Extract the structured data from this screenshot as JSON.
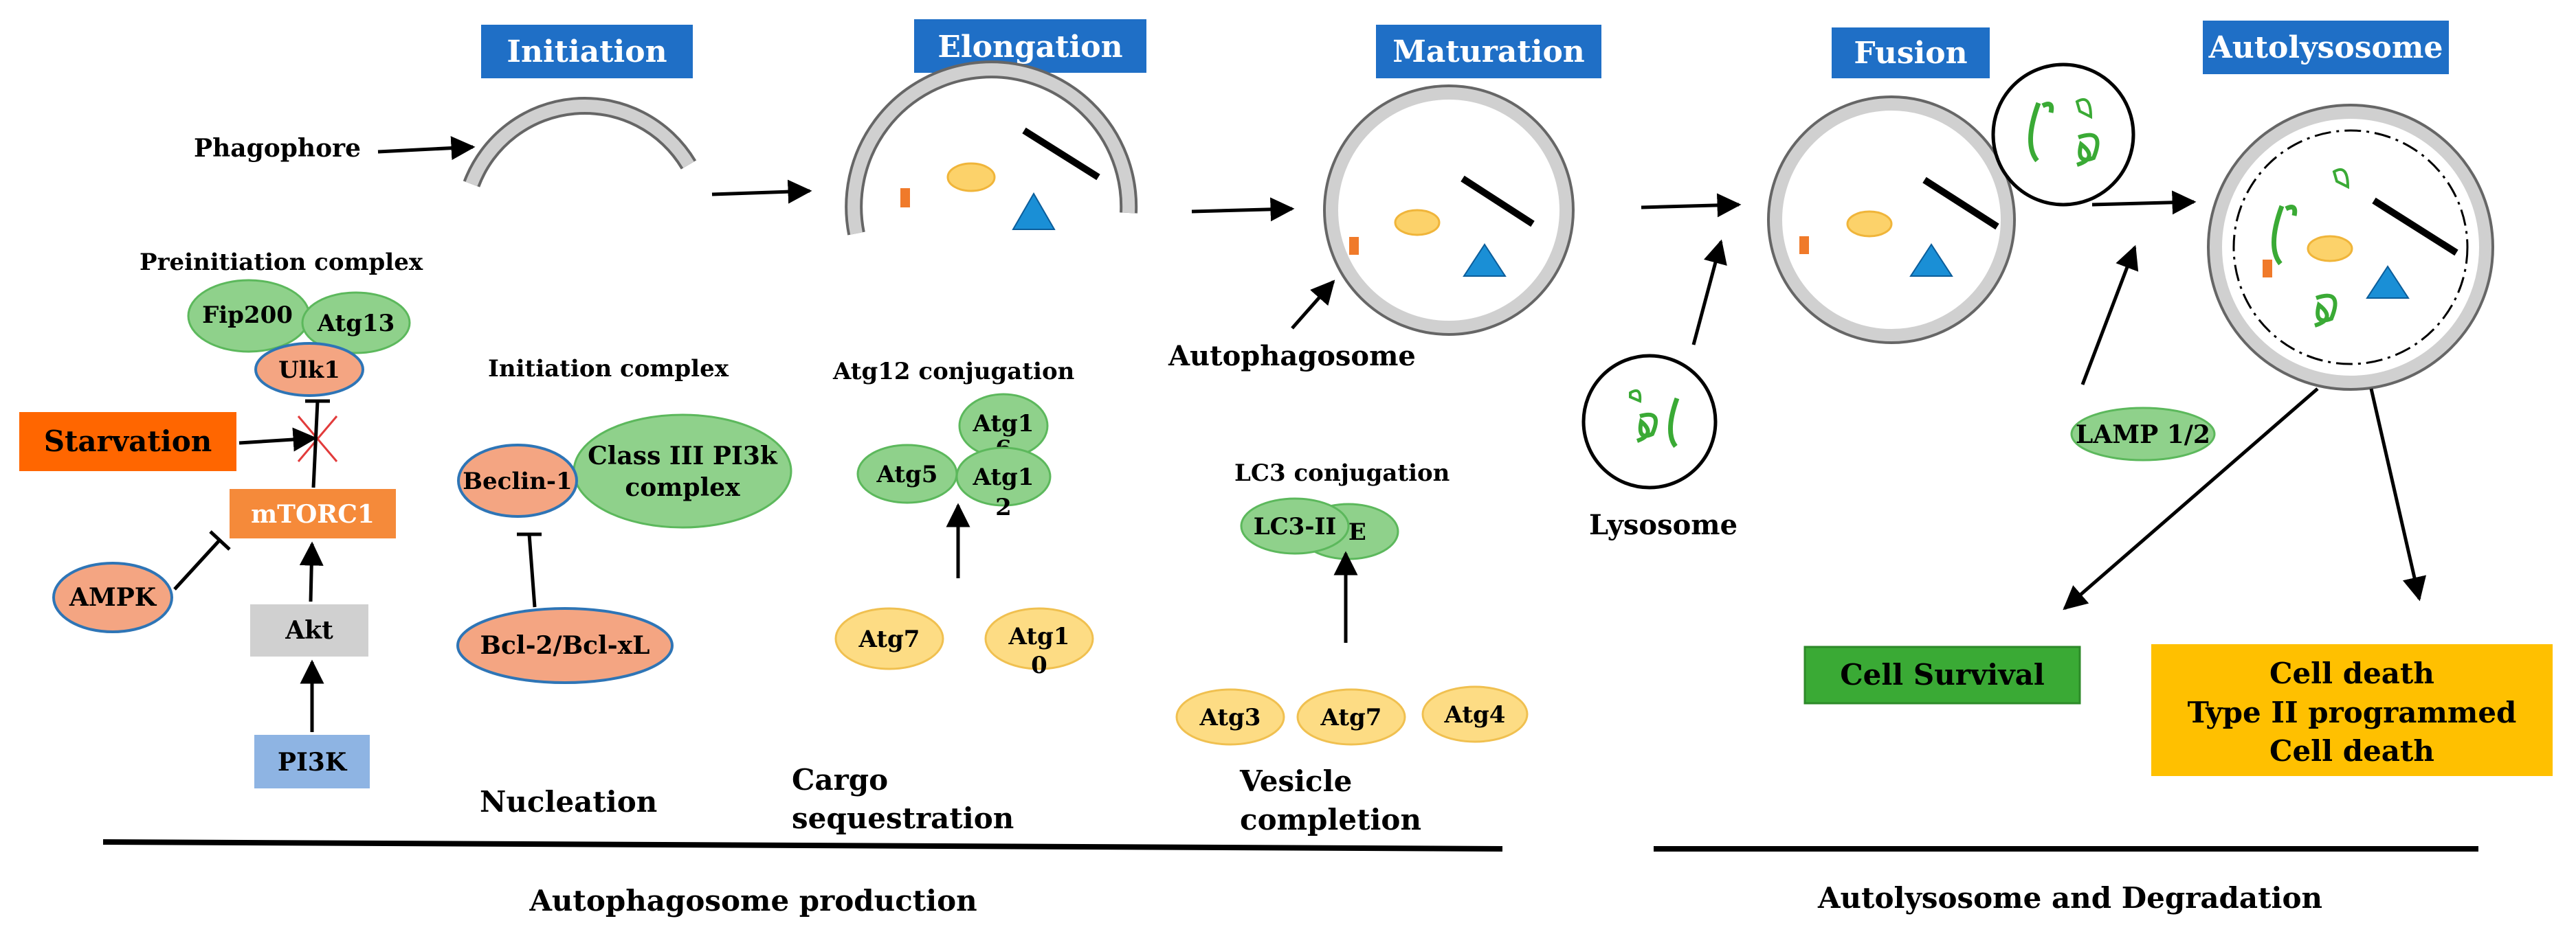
{
  "stages": {
    "initiation": "Initiation",
    "elongation": "Elongation",
    "maturation": "Maturation",
    "fusion": "Fusion",
    "autolysosome": "Autolysosome"
  },
  "labels": {
    "phagophore": "Phagophore",
    "preinitiation_complex": "Preinitiation complex",
    "initiation_complex": "Initiation complex",
    "atg12_conjugation": "Atg12 conjugation",
    "lc3_conjugation": "LC3 conjugation",
    "autophagosome": "Autophagosome",
    "lysosome": "Lysosome",
    "nucleation": "Nucleation",
    "cargo_line1": "Cargo",
    "cargo_line2": "sequestration",
    "vesicle_line1": "Vesicle",
    "vesicle_line2": "completion",
    "autophagosome_production": "Autophagosome production",
    "autolysosome_degradation": "Autolysosome and Degradation"
  },
  "nodes": {
    "fip200": "Fip200",
    "atg13": "Atg13",
    "ulk1": "Ulk1",
    "starvation": "Starvation",
    "mtorc1": "mTORC1",
    "ampk": "AMPK",
    "akt": "Akt",
    "pi3k": "PI3K",
    "beclin1": "Beclin-1",
    "class3_line1": "Class III PI3k",
    "class3_line2": "complex",
    "bcl2": "Bcl-2/Bcl-xL",
    "atg16_line1": "Atg1",
    "atg16_line2": "6",
    "atg5": "Atg5",
    "atg12_line1": "Atg1",
    "atg12_line2": "2",
    "atg7": "Atg7",
    "atg10_line1": "Atg1",
    "atg10_line2": "0",
    "lc3ii": "LC3-II",
    "pe": "PE",
    "atg3": "Atg3",
    "atg7b": "Atg7",
    "atg4": "Atg4",
    "lamp": "LAMP 1/2"
  },
  "outcomes": {
    "survival": "Cell Survival",
    "death_line1": "Cell death",
    "death_line2": "Type II programmed",
    "death_line3": "Cell death"
  },
  "colors": {
    "stage_header": "#1f6fc6",
    "green_protein": "#8fd18b",
    "orange_protein": "#f4a582",
    "yellow_protein": "#fddc84",
    "starvation_box": "#ff6600",
    "mtorc1_box": "#f58a3a",
    "akt_box": "#d0d0d0",
    "pi3k_box": "#8eb4e3",
    "survival_box": "#3aaa35",
    "death_box": "#ffc000",
    "cargo_blob": "#fcd26a",
    "cargo_triangle": "#1a8fd6"
  }
}
